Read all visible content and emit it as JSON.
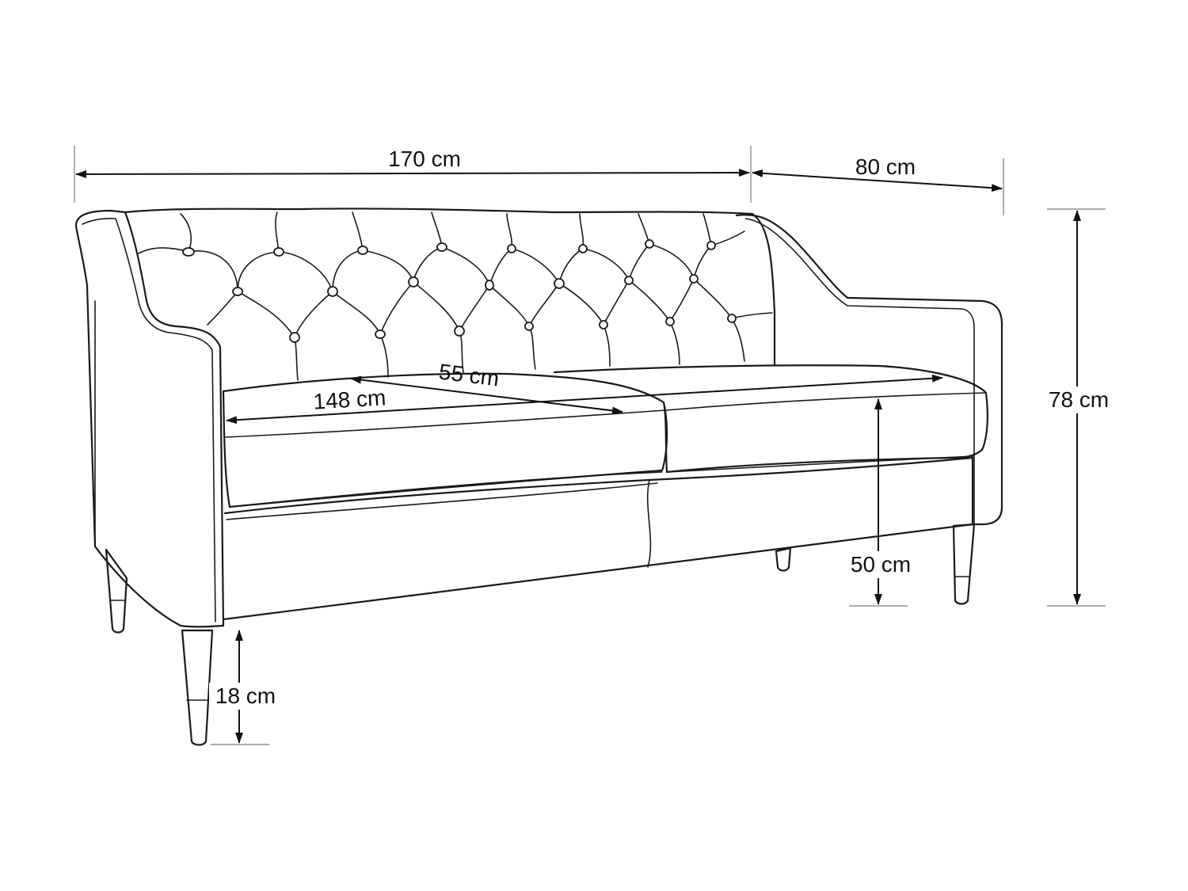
{
  "dimensions": {
    "width_total": "170 cm",
    "depth_total": "80 cm",
    "height_total": "78 cm",
    "seat_height": "50 cm",
    "leg_height": "18 cm",
    "seat_width": "148 cm",
    "seat_depth": "55 cm"
  }
}
